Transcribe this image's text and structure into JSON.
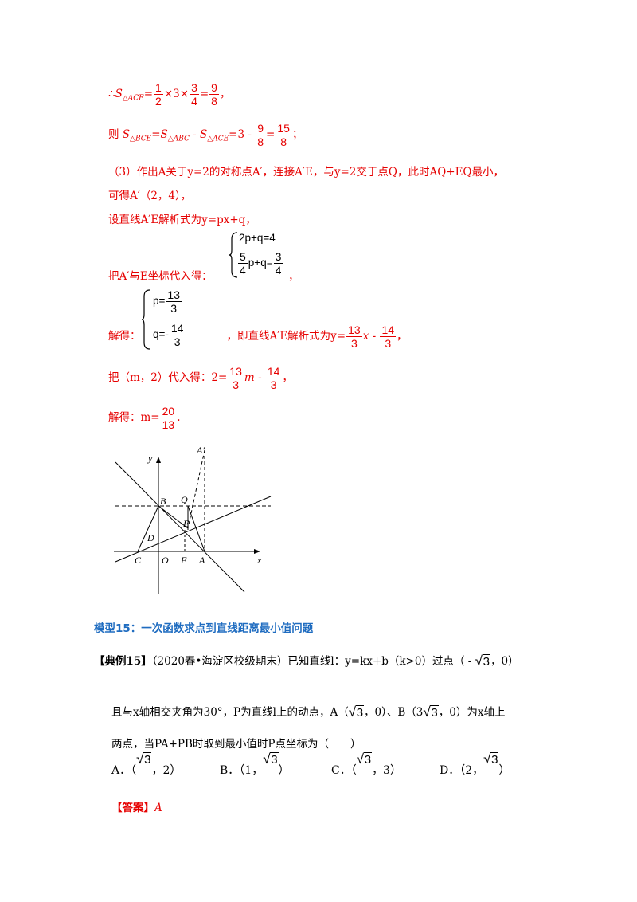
{
  "solution": {
    "l1": {
      "therefore": "∴",
      "s_ace": "S",
      "s_ace_sub": "△ACE",
      "eq": "=",
      "f1n": "1",
      "f1d": "2",
      "mid": "×3×",
      "f2n": "3",
      "f2d": "4",
      "eq2": "=",
      "f3n": "9",
      "f3d": "8",
      "end": "，"
    },
    "l2": {
      "pre": "则 ",
      "s1": "S",
      "s1sub": "△BCE",
      "eq": "=",
      "s2": "S",
      "s2sub": "△ABC",
      "minus": " - ",
      "s3": "S",
      "s3sub": "△ACE",
      "rest": "=3 - ",
      "f1n": "9",
      "f1d": "8",
      "eq2": "=",
      "f2n": "15",
      "f2d": "8",
      "end": "；"
    },
    "l3": "（3）作出A关于y=2的对称点A′，连接A′E，与y=2交于点Q，此时AQ+EQ最小，",
    "l4": "可得A′（2，4），",
    "l5": "设直线A′E解析式为y=px+q，",
    "sys1": {
      "r1": "2p+q=4",
      "r2a": "p+q=",
      "r2fn": "5",
      "r2fd": "4",
      "r2n": "3",
      "r2d": "4"
    },
    "l6": "把A′与E坐标代入得：",
    "l6end": "，",
    "sys2": {
      "r1": "p=",
      "r1n": "13",
      "r1d": "3",
      "r2": "q=-",
      "r2n": "14",
      "r2d": "3"
    },
    "l7": {
      "pre": "解得：",
      "mid": "，即直线A′E解析式为y=",
      "f1n": "13",
      "f1d": "3",
      "x": "x - ",
      "f2n": "14",
      "f2d": "3",
      "end": "，"
    },
    "l8": {
      "pre": "把（m，2）代入得：2=",
      "f1n": "13",
      "f1d": "3",
      "m": "m - ",
      "f2n": "14",
      "f2d": "3",
      "end": "，"
    },
    "l9": {
      "pre": "解得：m=",
      "fn": "20",
      "fd": "13",
      "end": "."
    }
  },
  "figure": {
    "labels": {
      "y": "y",
      "x": "x",
      "A_prime": "A′",
      "B": "B",
      "Q": "Q",
      "E": "E",
      "D": "D",
      "C": "C",
      "O": "O",
      "F": "F",
      "A": "A"
    }
  },
  "model": {
    "title": "模型15：一次函数求点到直线距离最小值问题"
  },
  "example": {
    "tag": "【典例15】",
    "l1": "（2020春•海淀区校级期末）已知直线l：y=kx+b（k>0）过点（ - ",
    "l1_sqrt": "3",
    "l1_end": "，0）",
    "l2a": "且与x轴相交夹角为30°，P为直线l上的动点，A（",
    "l2_sqrt1": "3",
    "l2b": "，0）、B（3",
    "l2_sqrt2": "3",
    "l2c": "，0）为x轴上",
    "l3": "两点，当PA+PB时取到最小值时P点坐标为（　　）",
    "options": {
      "a_lbl": "A．（",
      "a_sqrt": "3",
      "a_end": "，2）",
      "b_lbl": "B．（1，",
      "b_sqrt": "3",
      "b_end": "）",
      "c_lbl": "C．（",
      "c_sqrt": "3",
      "c_end": "，3）",
      "d_lbl": "D．（2，",
      "d_sqrt": "3",
      "d_end": "）"
    },
    "answer_tag": "【答案】",
    "answer": "A"
  }
}
